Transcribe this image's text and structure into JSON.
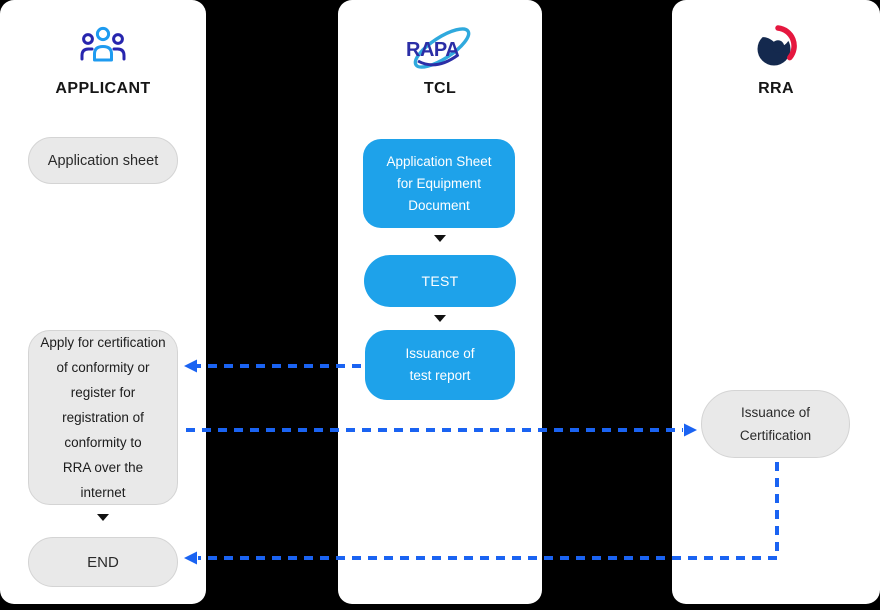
{
  "colors": {
    "page_bg": "#000000",
    "card_bg": "#FFFFFF",
    "node_blue": "#1EA2EA",
    "node_gray": "#E9E9E9",
    "arrow_blue": "#1A63F2",
    "logo_navy": "#2B2EA6",
    "logo_lightblue": "#2FA9DD",
    "emblem_navy": "#14294E",
    "emblem_red": "#E5173F"
  },
  "applicant": {
    "title": "APPLICANT",
    "icon": "people-group-icon",
    "application_sheet": {
      "label": "Application sheet"
    },
    "apply_box": {
      "lines": [
        "Apply for certification",
        "of conformity or",
        "register for",
        "registration of",
        "conformity to",
        "RRA over the",
        "internet"
      ]
    },
    "end": {
      "label": "END"
    }
  },
  "tcl": {
    "title": "TCL",
    "icon": "rapa-logo",
    "logo_text": "RAPA",
    "application_sheet_doc": {
      "lines": [
        "Application Sheet",
        "for Equipment",
        "Document"
      ]
    },
    "test": {
      "label": "TEST"
    },
    "issuance_test_report": {
      "lines": [
        "Issuance of",
        "test report"
      ]
    }
  },
  "rra": {
    "title": "RRA",
    "icon": "korea-government-emblem",
    "issuance_certification": {
      "lines": [
        "Issuance of",
        "Certification"
      ]
    }
  },
  "connectors": [
    {
      "from": "tcl.issuance_test_report",
      "to": "applicant.apply_box",
      "style": "dashed-blue-arrow"
    },
    {
      "from": "applicant.apply_box",
      "to": "rra.issuance_certification",
      "style": "dashed-blue-arrow"
    },
    {
      "from": "rra.issuance_certification",
      "to": "applicant.end",
      "style": "dashed-blue-arrow"
    },
    {
      "from": "applicant.apply_box",
      "to": "applicant.end",
      "style": "solid-black-triangle"
    },
    {
      "from": "tcl.application_sheet_doc",
      "to": "tcl.test",
      "style": "solid-black-triangle"
    },
    {
      "from": "tcl.test",
      "to": "tcl.issuance_test_report",
      "style": "solid-black-triangle"
    }
  ]
}
